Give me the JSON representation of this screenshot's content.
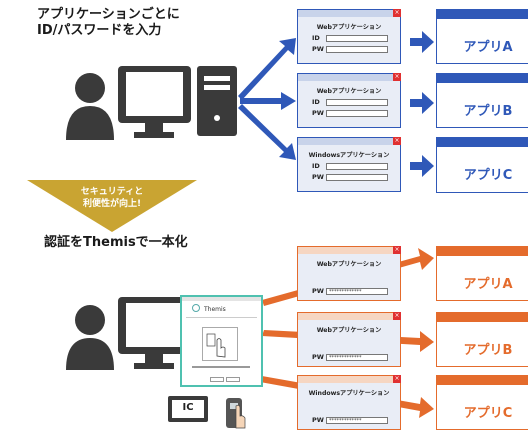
{
  "top_caption": "アプリケーションごとに\nID/パスワードを入力",
  "bottom_caption": "認証をThemisで一本化",
  "arrow_text": "セキュリティと\n利便性が向上!",
  "windows_top": [
    {
      "title": "Webアプリケーション",
      "id_label": "ID",
      "pw_label": "PW"
    },
    {
      "title": "Webアプリケーション",
      "id_label": "ID",
      "pw_label": "PW"
    },
    {
      "title": "Windowsアプリケーション",
      "id_label": "ID",
      "pw_label": "PW"
    }
  ],
  "windows_bottom": [
    {
      "title": "Webアプリケーション",
      "pw_label": "PW",
      "pw_mask": "*************"
    },
    {
      "title": "Webアプリケーション",
      "pw_label": "PW",
      "pw_mask": "*************"
    },
    {
      "title": "Windowsアプリケーション",
      "pw_label": "PW",
      "pw_mask": "*************"
    }
  ],
  "apps_top": [
    "アプリA",
    "アプリB",
    "アプリC"
  ],
  "apps_bottom": [
    "アプリA",
    "アプリB",
    "アプリC"
  ],
  "themis_label": "Themis",
  "ic_label": "IC",
  "colors": {
    "blue": "#2f58b8",
    "orange": "#e46b2c",
    "gold": "#c9a432",
    "dark": "#3a3a3a",
    "teal": "#4fc1b0"
  }
}
